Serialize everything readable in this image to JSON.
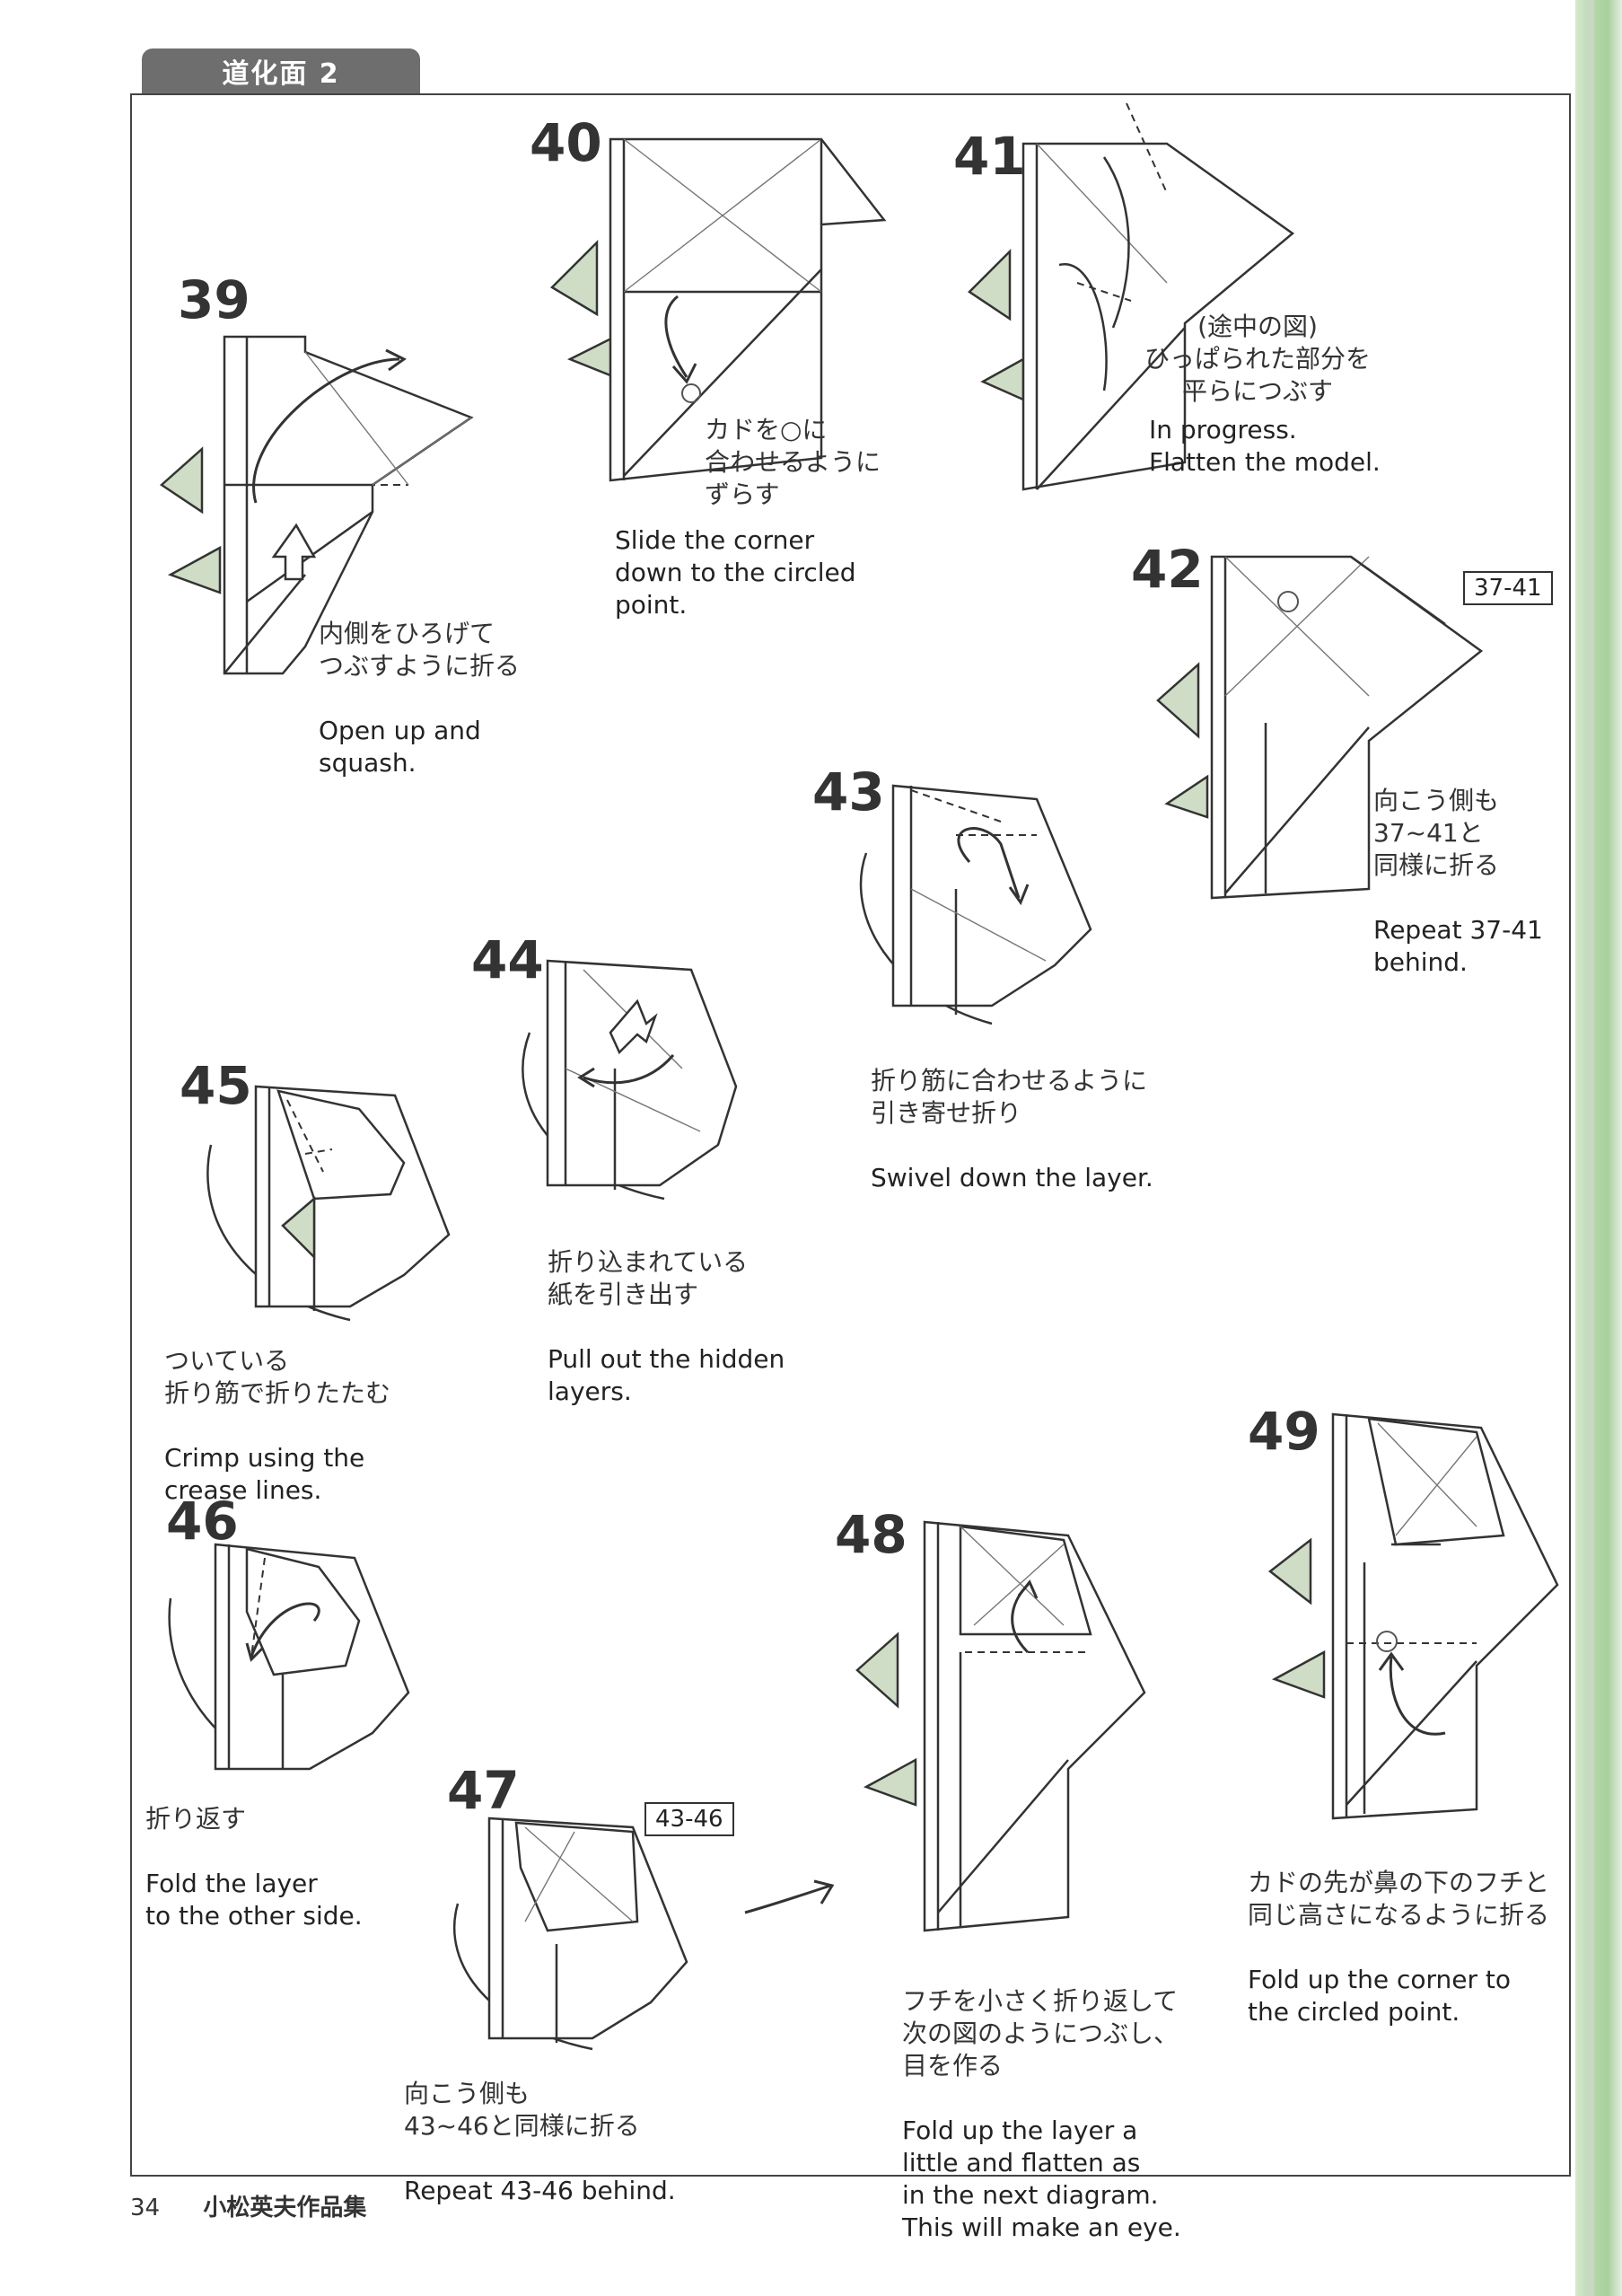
{
  "header": {
    "title": "道化面 2"
  },
  "steps": {
    "s39": {
      "number": "39",
      "jp": "内側をひろげて\nつぶすように折る",
      "en": "Open up and\nsquash."
    },
    "s40": {
      "number": "40",
      "jp": "カドを○に\n合わせるように\nずらす",
      "en": "Slide the corner\ndown to the circled\npoint."
    },
    "s41": {
      "number": "41",
      "jp": "(途中の図)\nひっぱられた部分を\n平らにつぶす",
      "en": "In progress.\nFlatten the model."
    },
    "s42": {
      "number": "42",
      "ref": "37-41",
      "jp": "向こう側も\n37~41と\n同様に折る",
      "en": "Repeat 37-41\nbehind."
    },
    "s43": {
      "number": "43",
      "jp": "折り筋に合わせるように\n引き寄せ折り",
      "en": "Swivel down the layer."
    },
    "s44": {
      "number": "44",
      "jp": "折り込まれている\n紙を引き出す",
      "en": "Pull out the hidden\nlayers."
    },
    "s45": {
      "number": "45",
      "jp": "ついている\n折り筋で折りたたむ",
      "en": "Crimp using the\ncrease lines."
    },
    "s46": {
      "number": "46",
      "jp": "折り返す",
      "en": "Fold the layer\nto the other side."
    },
    "s47": {
      "number": "47",
      "ref": "43-46",
      "jp": "向こう側も\n43~46と同様に折る",
      "en": "Repeat 43-46 behind."
    },
    "s48": {
      "number": "48",
      "jp": "フチを小さく折り返して\n次の図のようにつぶし、\n目を作る",
      "en": "Fold up the layer a\nlittle and flatten as\nin the next diagram.\nThis will make an eye."
    },
    "s49": {
      "number": "49",
      "jp": "カドの先が鼻の下のフチと\n同じ高さになるように折る",
      "en": "Fold up the corner to\nthe circled point."
    }
  },
  "footer": {
    "page": "34",
    "book": "小松英夫作品集"
  }
}
